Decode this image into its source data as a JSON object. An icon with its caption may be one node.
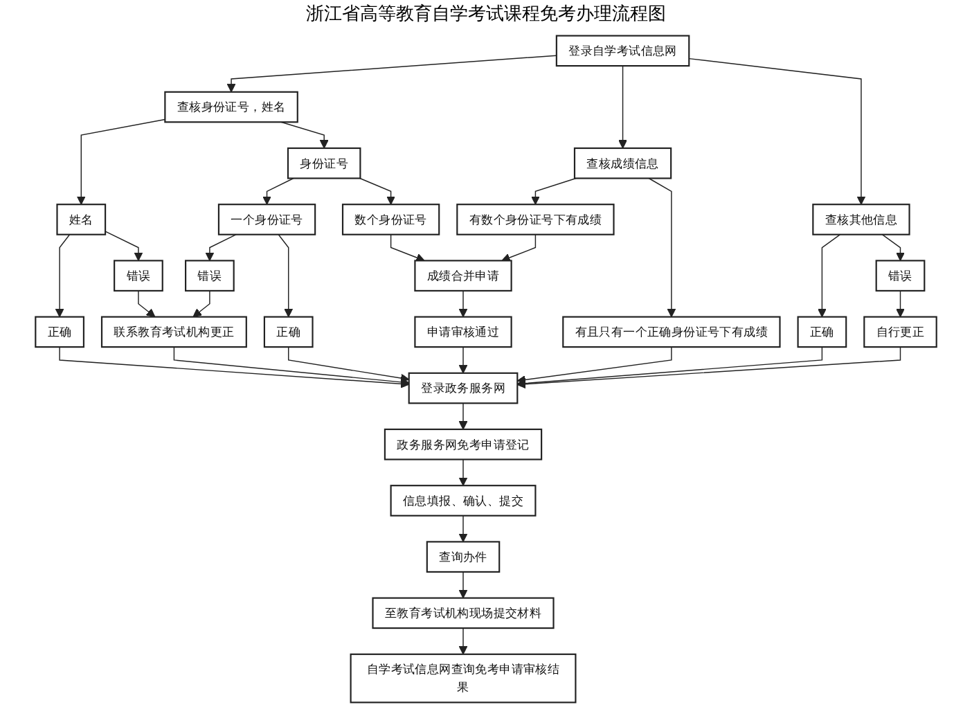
{
  "diagram": {
    "title": "浙江省高等教育自学考试课程免考办理流程图",
    "nodes": [
      {
        "text": [
          "登录自学考试信息网"
        ]
      },
      {
        "text": [
          "查核身份证号，姓名"
        ]
      },
      {
        "text": [
          "查核成绩信息"
        ]
      },
      {
        "text": [
          "查核其他信息"
        ]
      },
      {
        "text": [
          "姓名"
        ]
      },
      {
        "text": [
          "身份证号"
        ]
      },
      {
        "text": [
          "一个身份证号"
        ]
      },
      {
        "text": [
          "数个身份证号"
        ]
      },
      {
        "text": [
          "有数个身份证号下有成绩"
        ]
      },
      {
        "text": [
          "有且只有一个正确身份证号下有成绩"
        ]
      },
      {
        "text": [
          "正确"
        ]
      },
      {
        "text": [
          "错误"
        ]
      },
      {
        "text": [
          "错误"
        ]
      },
      {
        "text": [
          "正确"
        ]
      },
      {
        "text": [
          "成绩合并申请"
        ]
      },
      {
        "text": [
          "正确"
        ]
      },
      {
        "text": [
          "错误"
        ]
      },
      {
        "text": [
          "联系教育考试机构更正"
        ]
      },
      {
        "text": [
          "申请审核通过"
        ]
      },
      {
        "text": [
          "自行更正"
        ]
      },
      {
        "text": [
          "登录政务服务网"
        ]
      },
      {
        "text": [
          "政务服务网免考申请登记"
        ]
      },
      {
        "text": [
          "信息填报、确认、提交"
        ]
      },
      {
        "text": [
          "查询办件"
        ]
      },
      {
        "text": [
          "至教育考试机构现场提交材料"
        ]
      },
      {
        "text": [
          "自学考试信息网查询免考申请审核结果"
        ]
      }
    ],
    "edges": [
      {
        "from": 0,
        "to": 1,
        "arrow": "to"
      },
      {
        "from": 0,
        "to": 2,
        "arrow": "to"
      },
      {
        "from": 0,
        "to": 3,
        "arrow": "to"
      },
      {
        "from": 1,
        "to": 4,
        "arrow": "to"
      },
      {
        "from": 1,
        "to": 5,
        "arrow": "to"
      },
      {
        "from": 5,
        "to": 6,
        "arrow": "to"
      },
      {
        "from": 5,
        "to": 7,
        "arrow": "to"
      },
      {
        "from": 2,
        "to": 8,
        "arrow": "to"
      },
      {
        "from": 2,
        "to": 9,
        "arrow": "to"
      },
      {
        "from": 3,
        "to": 15,
        "arrow": "to"
      },
      {
        "from": 3,
        "to": 16,
        "arrow": "to"
      },
      {
        "from": 4,
        "to": 10,
        "arrow": "to"
      },
      {
        "from": 4,
        "to": 11,
        "arrow": "to"
      },
      {
        "from": 6,
        "to": 12,
        "arrow": "to"
      },
      {
        "from": 6,
        "to": 13,
        "arrow": "to"
      },
      {
        "from": 7,
        "to": 14,
        "arrow": "to"
      },
      {
        "from": 8,
        "to": 14,
        "arrow": "to"
      },
      {
        "from": 11,
        "to": 17,
        "arrow": "to"
      },
      {
        "from": 12,
        "to": 17,
        "arrow": "to"
      },
      {
        "from": 14,
        "to": 18,
        "arrow": "to"
      },
      {
        "from": 16,
        "to": 19,
        "arrow": "to"
      },
      {
        "from": 10,
        "to": 20,
        "arrow": "to"
      },
      {
        "from": 17,
        "to": 20,
        "arrow": "to"
      },
      {
        "from": 13,
        "to": 20,
        "arrow": "to"
      },
      {
        "from": 18,
        "to": 20,
        "arrow": "to"
      },
      {
        "from": 9,
        "to": 20,
        "arrow": "to"
      },
      {
        "from": 15,
        "to": 20,
        "arrow": "to"
      },
      {
        "from": 19,
        "to": 20,
        "arrow": "to"
      },
      {
        "from": 20,
        "to": 21,
        "arrow": "to"
      },
      {
        "from": 21,
        "to": 22,
        "arrow": "to"
      },
      {
        "from": 22,
        "to": 23,
        "arrow": "to"
      },
      {
        "from": 23,
        "to": 24,
        "arrow": "to"
      },
      {
        "from": 24,
        "to": 25,
        "arrow": "to"
      }
    ]
  }
}
